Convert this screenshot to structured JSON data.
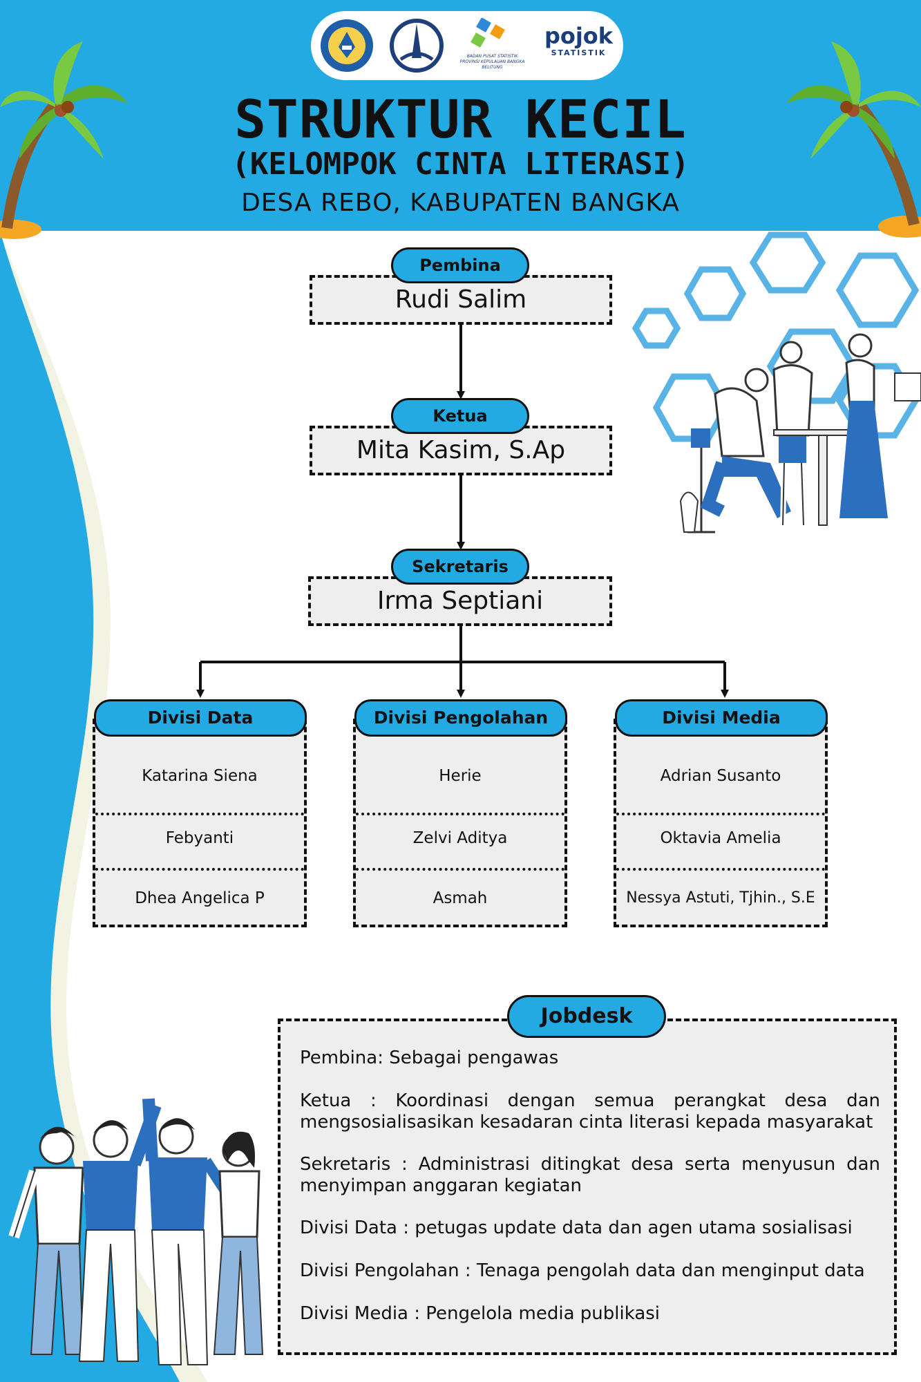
{
  "header": {
    "title": "STRUKTUR KECIL",
    "subtitle": "(KELOMPOK CINTA LITERASI)",
    "location": "DESA REBO, KABUPATEN BANGKA",
    "logos": {
      "bps_text_line1": "BADAN PUSAT STATISTIK",
      "bps_text_line2": "PROVINSI KEPULAUAN BANGKA BELITUNG",
      "pojok_line1": "pojok",
      "pojok_line2": "STATISTIK"
    }
  },
  "org": {
    "pembina": {
      "role": "Pembina",
      "name": "Rudi Salim"
    },
    "ketua": {
      "role": "Ketua",
      "name": "Mita Kasim, S.Ap"
    },
    "sekretaris": {
      "role": "Sekretaris",
      "name": "Irma Septiani"
    },
    "divisions": [
      {
        "name": "Divisi Data",
        "members": [
          "Katarina Siena",
          "Febyanti",
          "Dhea Angelica P"
        ]
      },
      {
        "name": "Divisi Pengolahan",
        "members": [
          "Herie",
          "Zelvi Aditya",
          "Asmah"
        ]
      },
      {
        "name": "Divisi Media",
        "members": [
          "Adrian Susanto",
          "Oktavia Amelia",
          "Nessya Astuti, Tjhin., S.E"
        ]
      }
    ]
  },
  "jobdesk": {
    "title": "Jobdesk",
    "items": [
      "Pembina: Sebagai pengawas",
      "Ketua : Koordinasi dengan semua perangkat desa dan mengsosialisasikan kesadaran cinta literasi kepada masyarakat",
      "Sekretaris : Administrasi ditingkat desa serta menyusun dan menyimpan anggaran kegiatan",
      "Divisi Data : petugas update data dan agen utama sosialisasi",
      "Divisi Pengolahan : Tenaga pengolah  data dan menginput data",
      "Divisi Media : Pengelola media publikasi"
    ]
  },
  "colors": {
    "accent": "#24aae3",
    "box": "#eeeeee",
    "ink": "#111111",
    "sand": "#f5a623",
    "palm": "#7ac943"
  }
}
